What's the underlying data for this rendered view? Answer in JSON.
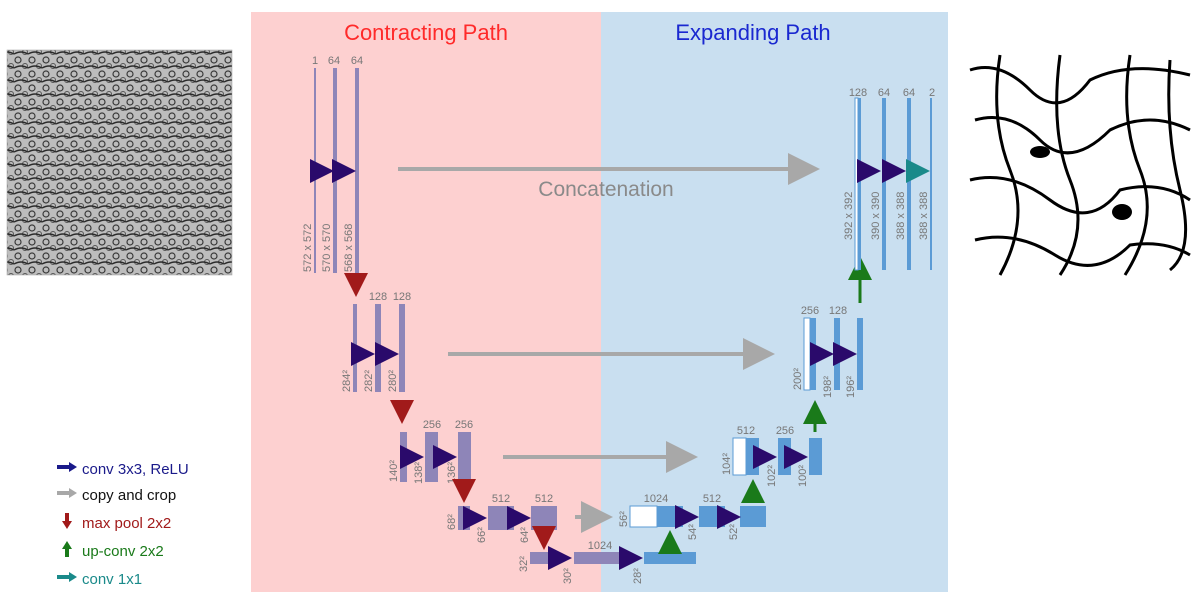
{
  "diagram": {
    "title_left": "Contracting Path",
    "title_right": "Expanding Path",
    "concatenation_label": "Concatenation",
    "colors": {
      "left_bg": "#fdd0d0",
      "right_bg": "#c9dff0",
      "title_left": "#ff2a2a",
      "title_right": "#1a28d0",
      "enc_block": "#8e85b8",
      "dec_block": "#5b9bd5",
      "conv_arrow": "#2a0a6b",
      "copy_arrow": "#a8a8a8",
      "pool_arrow": "#a11a1a",
      "upconv_arrow": "#1a7a1a",
      "conv1x1_arrow": "#1a8a8a",
      "label": "#777777"
    },
    "labels": {
      "l1_channels": [
        "1",
        "64",
        "64"
      ],
      "l1_sizes": [
        "572 x 572",
        "570 x 570",
        "568 x 568"
      ],
      "l2_channels": [
        "128",
        "128"
      ],
      "l2_sizes": [
        "284²",
        "282²",
        "280²"
      ],
      "l3_channels": [
        "256",
        "256"
      ],
      "l3_sizes": [
        "140²",
        "138²",
        "136²"
      ],
      "l4_channels": [
        "512",
        "512"
      ],
      "l4_sizes": [
        "68²",
        "66²",
        "64²"
      ],
      "l5_channels": [
        "1024"
      ],
      "l5_sizes": [
        "32²",
        "30²",
        "28²"
      ],
      "d4_channels": [
        "1024",
        "512"
      ],
      "d4_sizes": [
        "56²",
        "54²",
        "52²"
      ],
      "d3_channels": [
        "512",
        "256"
      ],
      "d3_sizes": [
        "104²",
        "102²",
        "100²"
      ],
      "d2_channels": [
        "256",
        "128"
      ],
      "d2_sizes": [
        "200²",
        "198²",
        "196²"
      ],
      "d1_channels": [
        "128",
        "64",
        "64",
        "2"
      ],
      "d1_sizes": [
        "392 x 392",
        "390 x 390",
        "388 x 388",
        "388 x 388"
      ]
    }
  },
  "legend": {
    "conv": "conv 3x3, ReLU",
    "copy": "copy and crop",
    "pool": "max pool 2x2",
    "upconv": "up-conv 2x2",
    "conv1x1": "conv 1x1"
  },
  "images": {
    "input_icon": "electron-microscopy-input-image",
    "output_icon": "segmentation-output-map"
  }
}
